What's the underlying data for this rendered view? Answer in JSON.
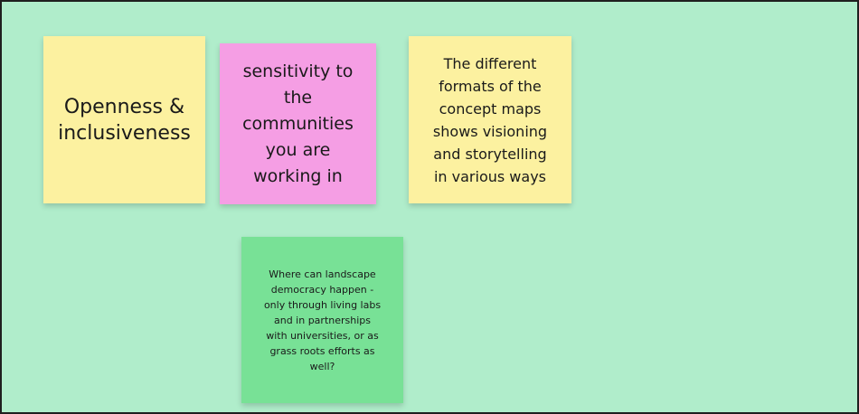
{
  "board": {
    "background_color": "#b0edcb",
    "notes": [
      {
        "text": "Openness & inclusiveness",
        "color": "#fcf1a0"
      },
      {
        "text": "sensitivity to the communities you are working in",
        "color": "#f59ee4"
      },
      {
        "text": "The different formats of the concept maps shows visioning and storytelling in various ways",
        "color": "#fcf1a0"
      },
      {
        "text": "Where can landscape democracy happen - only through living labs and in partnerships with universities, or as grass roots efforts as well?",
        "color": "#78e196"
      }
    ]
  }
}
